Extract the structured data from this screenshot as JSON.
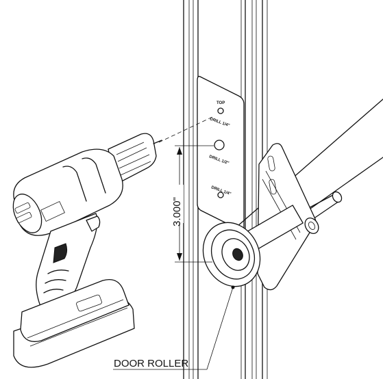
{
  "labels": {
    "dimension": "3.000\"",
    "callout": "DOOR ROLLER",
    "template_top": "TOP",
    "hole_1": "DRILL 1/4\"",
    "hole_2": "DRILL 1/2\"",
    "hole_3": "DRILL 1/4\""
  }
}
